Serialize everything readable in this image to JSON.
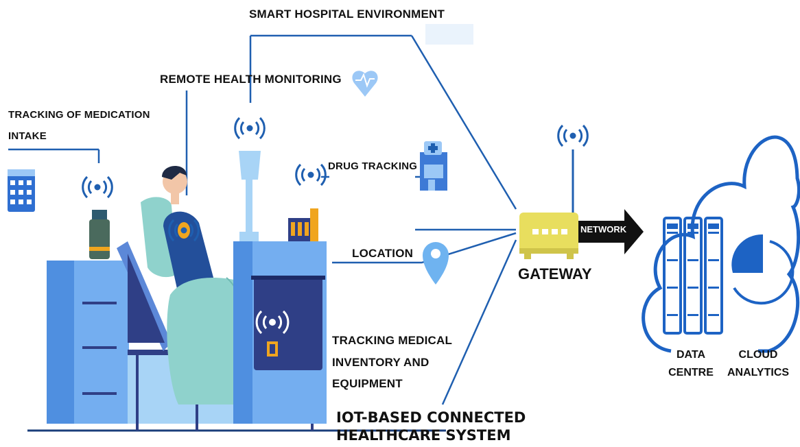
{
  "labels": {
    "smart_hospital": "SMART HOSPITAL ENVIRONMENT",
    "remote_monitoring": "REMOTE HEALTH MONITORING",
    "medication_line1": "TRACKING OF MEDICATION",
    "medication_line2": "INTAKE",
    "drug_tracking": "DRUG TRACKING",
    "location": "LOCATION",
    "inventory_line1": "TRACKING MEDICAL",
    "inventory_line2": "INVENTORY AND",
    "inventory_line3": "EQUIPMENT",
    "network": "NETWORK",
    "gateway": "GATEWAY",
    "data_centre_line1": "DATA",
    "data_centre_line2": "CENTRE",
    "cloud_line1": "CLOUD",
    "cloud_line2": "ANALYTICS",
    "title_line1": "IOT-BASED CONNECTED",
    "title_line2": "HEALTHCARE SYSTEM"
  },
  "colors": {
    "line_blue": "#1f5fb0",
    "furniture_light": "#74aef0",
    "furniture_dark": "#2f3f86",
    "blanket": "#8fd2cc",
    "gateway_yellow": "#e8de5e",
    "cloud_blue": "#1d63c4"
  },
  "icons": [
    "wifi-signal-icon",
    "heart-icon",
    "location-pin-icon",
    "calendar-icon",
    "bottle-icon",
    "pharmacy-icon",
    "server-icon",
    "pie-chart-icon",
    "cloud-icon",
    "arrow-icon",
    "router-icon"
  ]
}
